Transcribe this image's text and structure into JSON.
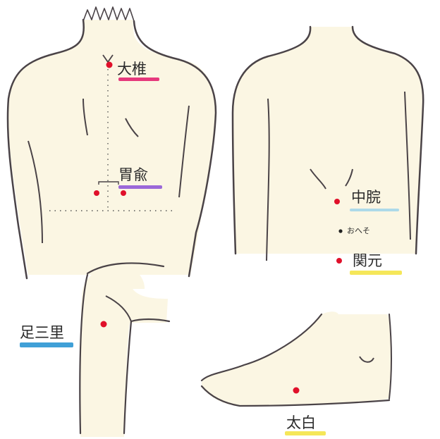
{
  "points": {
    "taisui": {
      "label": "大椎",
      "color": "#e2186a"
    },
    "isyu": {
      "label": "胃兪",
      "color": "#8a4fd6"
    },
    "chukan": {
      "label": "中脘",
      "color": "#9fd3ea"
    },
    "oheso": {
      "label": "おへそ"
    },
    "kangen": {
      "label": "関元",
      "color": "#f3e33c"
    },
    "ashisanri": {
      "label": "足三里",
      "color": "#1f8fd0"
    },
    "taihaku": {
      "label": "太白",
      "color": "#f3e33c"
    }
  },
  "colors": {
    "skin": "#fbf6e3",
    "outline": "#4a4347",
    "point_red": "#e0102a",
    "guide": "#555555"
  }
}
